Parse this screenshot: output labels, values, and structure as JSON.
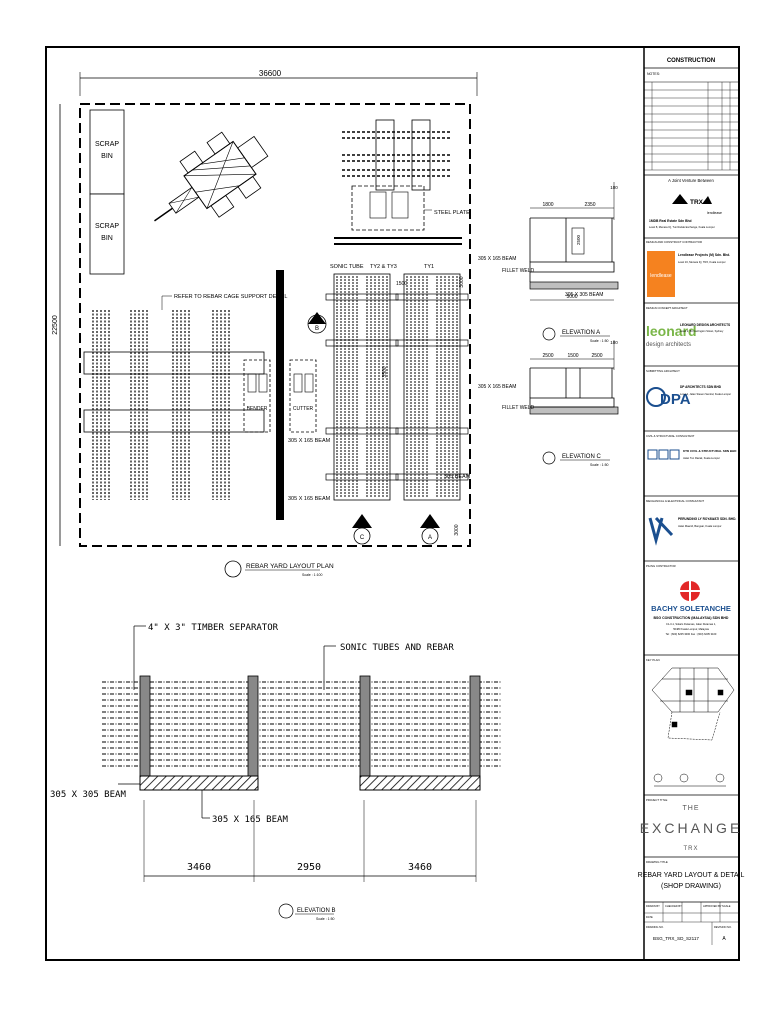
{
  "plan": {
    "overall_width": "36600",
    "overall_depth": "22500",
    "scrap_bin_label_1": "SCRAP",
    "scrap_bin_label_2": "BIN",
    "steel_plate": "STEEL PLATE",
    "sonic_tube": "SONIC TUBE",
    "sonic_group_a": "TY2 & TY3",
    "sonic_group_b": "TY1",
    "refer_note": "REFER TO REBAR CAGE SUPPORT DETAIL",
    "bender": "BENDER",
    "cutter": "CUTTER",
    "beam_305x165": "305 X 165 BEAM",
    "beam_305x305": "305 X 305 BEAM",
    "beam_305_right": "305 BEAM",
    "dim_3500": "3500",
    "dim_1500": "1500",
    "dim_3000": "3000",
    "marker_c": "C",
    "marker_a": "A",
    "marker_b": "B",
    "title": "REBAR YARD LAYOUT PLAN",
    "scale": "Scale : 1:100"
  },
  "elev_a": {
    "dim_1800": "1800",
    "dim_2350": "2350",
    "dim_100": "100",
    "dim_5000": "5000",
    "dim_2500": "2500",
    "beam_top": "305 X 165 BEAM",
    "fillet": "FILLET WELD",
    "beam_bottom": "305 X 305 BEAM",
    "title": "ELEVATION A",
    "scale": "Scale : 1:50"
  },
  "elev_c": {
    "dim_2500": "2500",
    "dim_1500": "1500",
    "dim_100": "100",
    "beam_top": "305 X 165 BEAM",
    "fillet": "FILLET WELD",
    "title": "ELEVATION C",
    "scale": "Scale : 1:50"
  },
  "elev_b": {
    "timber": "4\" X 3\" TIMBER SEPARATOR",
    "sonic": "SONIC TUBES AND REBAR",
    "beam_305": "305 X 305 BEAM",
    "beam_165": "305 X 165 BEAM",
    "dim_1": "3460",
    "dim_2": "2950",
    "dim_3": "3460",
    "title": "ELEVATION B",
    "scale": "Scale : 1:50"
  },
  "title_block": {
    "status": "CONSTRUCTION",
    "notes": "NOTES:",
    "joint_venture": "A Joint Venture Between",
    "trx": "TRX",
    "lendlease_small": "lendlease",
    "jv_company": "1MDB Real Estate Sdn Bhd",
    "jv_addr": "Level 8, Menara IQ, Tun Razak Exchange, Kuala Lumpur",
    "dev_label": "DESIGN AND CONSTRUCT CONTRACTOR",
    "lendlease_logo": "lendlease",
    "dev_name": "Lendlease Projects (M) Sdn. Bhd.",
    "dev_addr": "Level 16, Menara IQ, TRX, Kuala Lumpur",
    "architect_label": "DESIGN CONCEPT ARCHITECT",
    "leonard_logo": "leonard",
    "leonard_sub": "design architects",
    "leonard_name": "LEONARD DESIGN ARCHITECTS",
    "leonard_addr": "Level 2, 50 Carrington Street, Sydney",
    "submitting_label": "SUBMITTING ARCHITECT",
    "dpa_logo": "DPA",
    "dpa_name": "DP ARCHITECTS SDN BHD",
    "dpa_addr": "Lot 2-2, Jalan Stesen Sentral, Kuala Lumpur",
    "civil_label": "CIVIL & STRUCTURAL CONSULTANT",
    "ktd_name": "KTD CIVIL & STRUCTURAL SDN BHD",
    "ktd_addr": "Jalan Tun Razak, Kuala Lumpur",
    "mech_label": "MECHANICAL & ELECTRICAL CONSULTANT",
    "rv_name": "PERUNDING LY ROYAWATI SDN. BHD.",
    "rv_addr": "Jalan Maarof, Bangsar, Kuala Lumpur",
    "piling_label": "PILING CONTRACTOR",
    "bachy": "BACHY SOLETANCHE",
    "bsg": "BSG CONSTRUCTION (MALAYSIA) SDN BHD",
    "bsg_addr1": "C1-3-1, Solaris Dutamas, Jalan Dutamas 1,",
    "bsg_addr2": "50480 Kuala Lumpur, Malaysia",
    "bsg_tel": "Tel : (603) 6205 3000   Fax : (603) 6205 3100",
    "keyplan_label": "KEY PLAN",
    "project_label": "PROJECT TITLE",
    "the": "THE",
    "exchange": "EXCHANGE",
    "trx_small": "TRX",
    "drawing_label": "DRAWING TITLE",
    "drawing_title_1": "REBAR YARD LAYOUT & DETAIL",
    "drawing_title_2": "(SHOP DRAWING)",
    "drawing_no_label": "DRAWING NO.",
    "drawing_no": "BSG_TRX_SD_S2117",
    "revision_label": "REVISION NO.",
    "revision": "A",
    "drawn_label": "DRAWN BY",
    "checked_label": "CHECKED BY",
    "approved_label": "APPROVED BY",
    "scale_label": "SCALE",
    "date_label": "DATE"
  }
}
